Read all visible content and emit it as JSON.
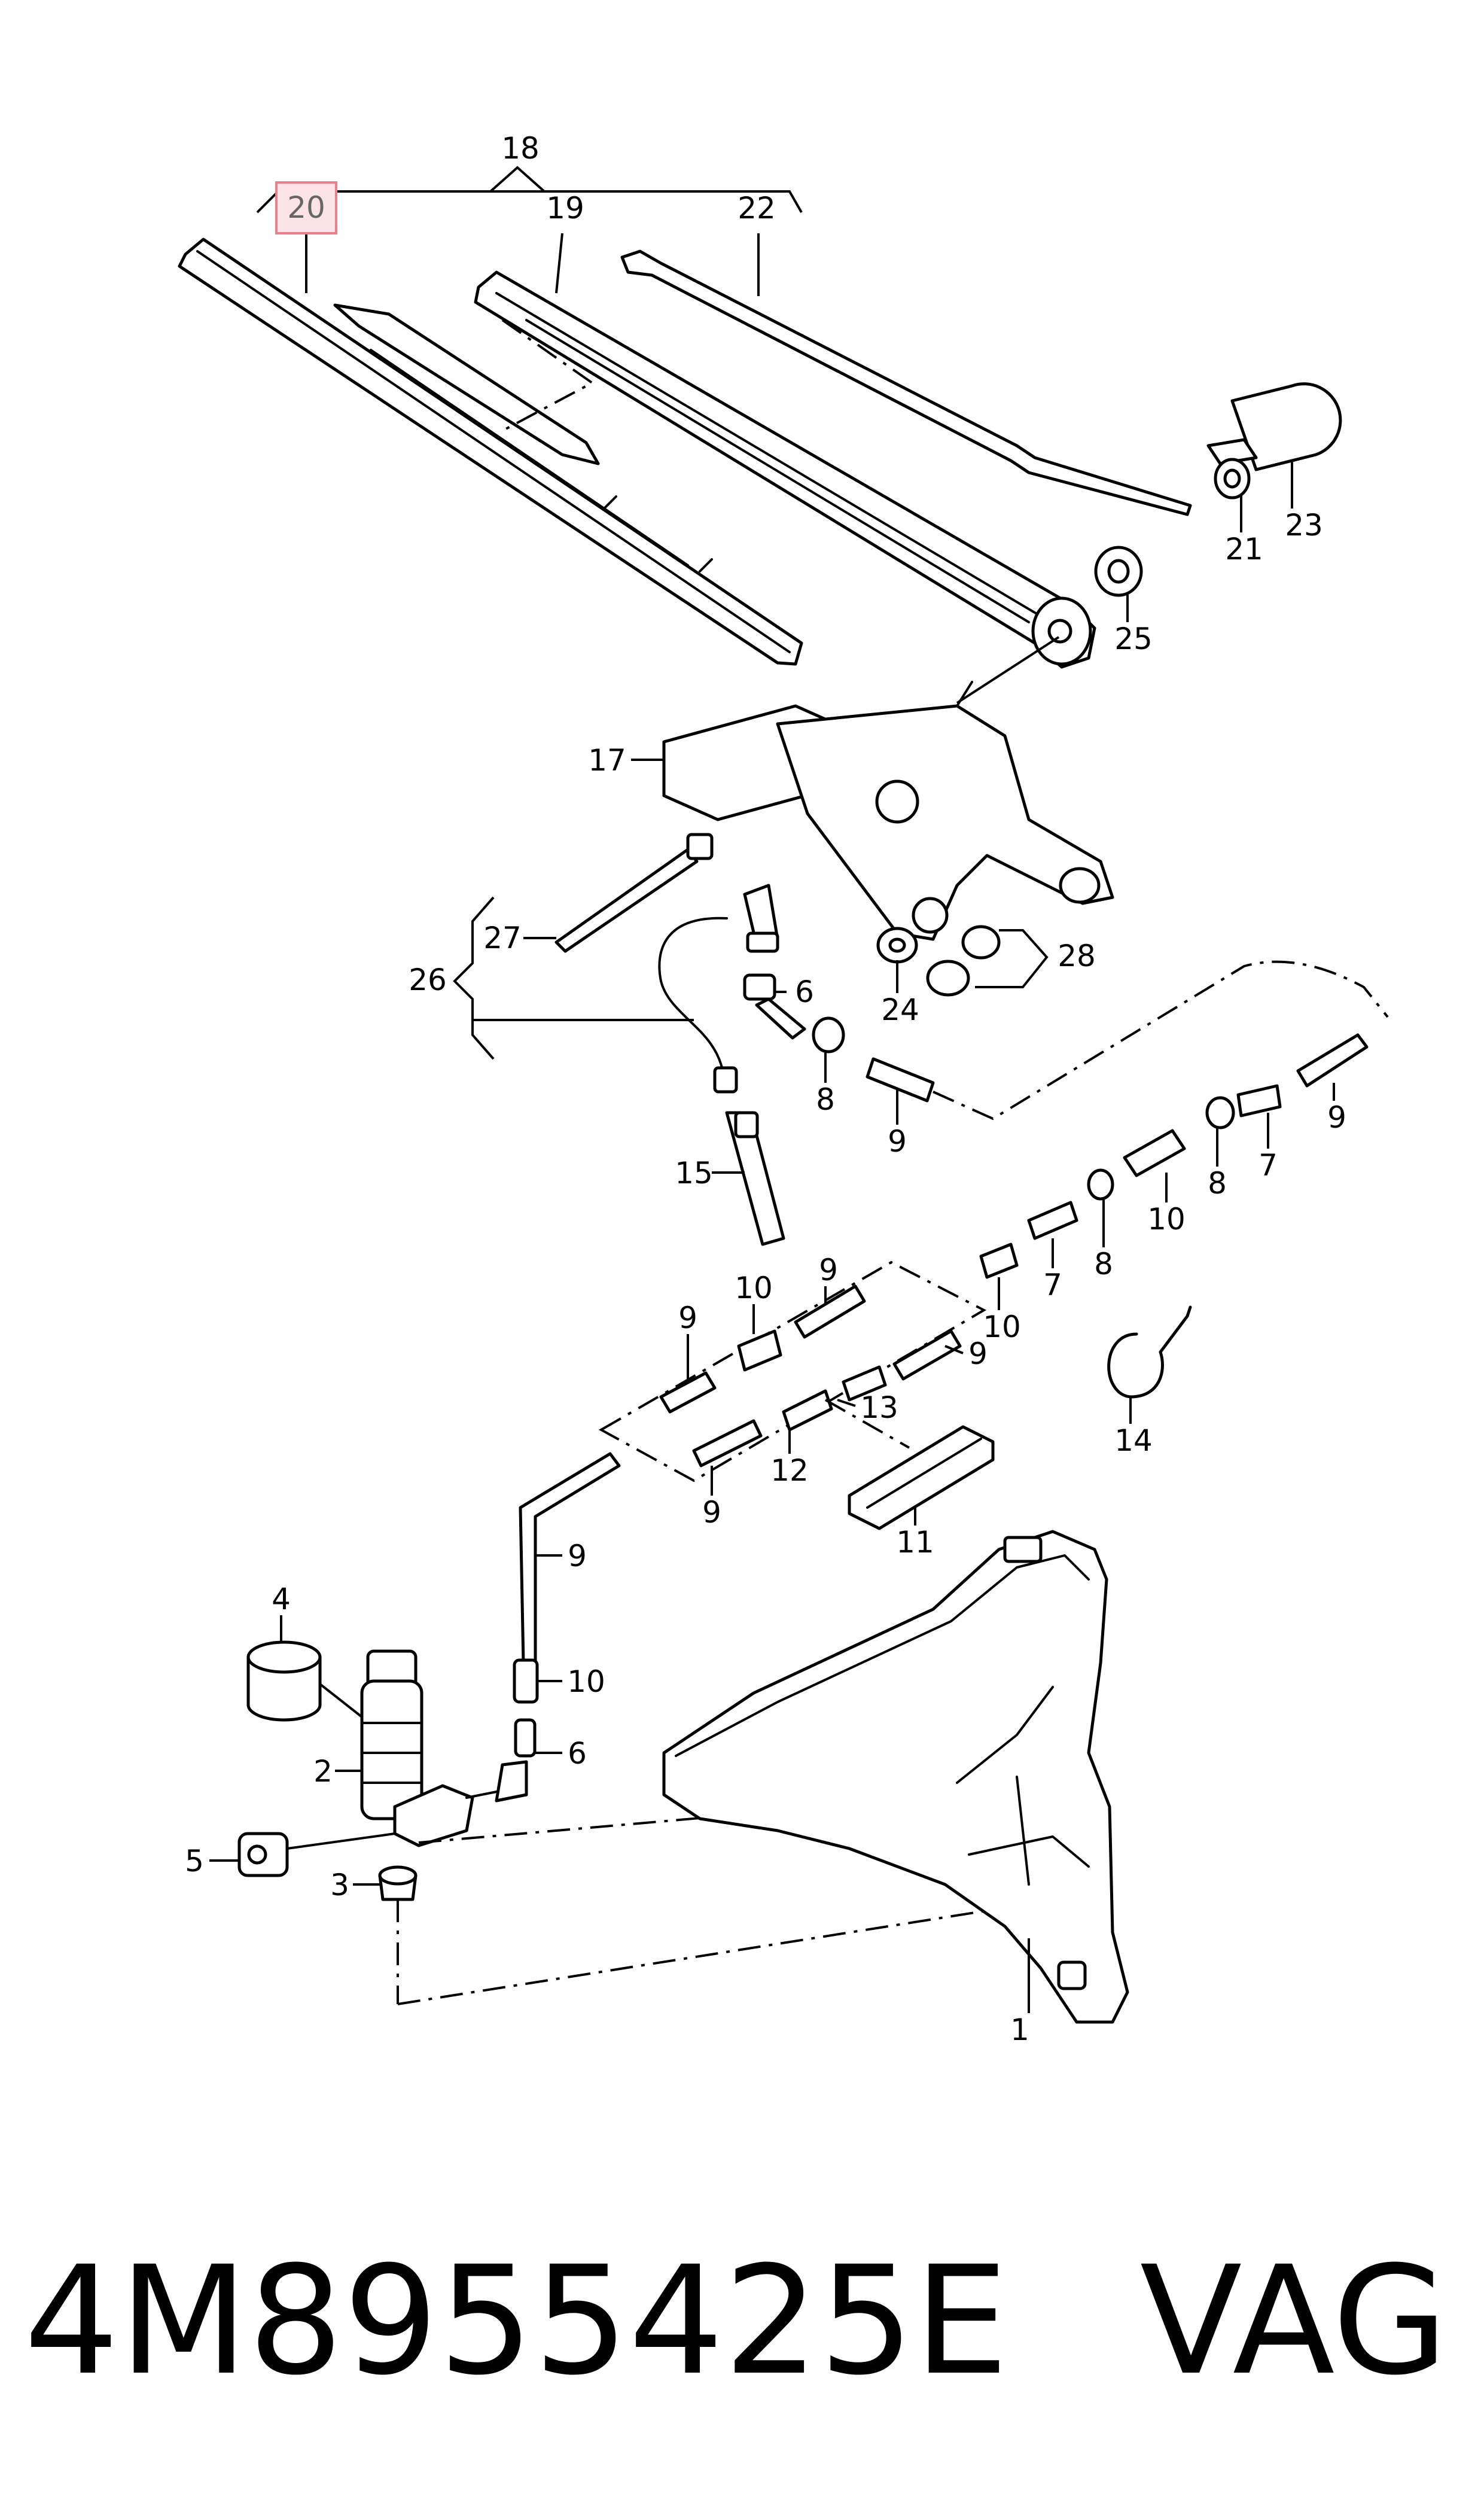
{
  "diagram": {
    "highlighted_label": "20",
    "labels": [
      {
        "id": "18",
        "text": "18"
      },
      {
        "id": "19",
        "text": "19"
      },
      {
        "id": "22",
        "text": "22"
      },
      {
        "id": "21",
        "text": "21"
      },
      {
        "id": "23",
        "text": "23"
      },
      {
        "id": "25",
        "text": "25"
      },
      {
        "id": "17",
        "text": "17"
      },
      {
        "id": "27",
        "text": "27"
      },
      {
        "id": "26",
        "text": "26"
      },
      {
        "id": "28",
        "text": "28"
      },
      {
        "id": "24",
        "text": "24"
      },
      {
        "id": "6a",
        "text": "6"
      },
      {
        "id": "8a",
        "text": "8"
      },
      {
        "id": "9a",
        "text": "9"
      },
      {
        "id": "9b",
        "text": "9"
      },
      {
        "id": "15",
        "text": "15"
      },
      {
        "id": "7a",
        "text": "7"
      },
      {
        "id": "8b",
        "text": "8"
      },
      {
        "id": "10a",
        "text": "10"
      },
      {
        "id": "8c",
        "text": "8"
      },
      {
        "id": "7b",
        "text": "7"
      },
      {
        "id": "10b",
        "text": "10"
      },
      {
        "id": "9c",
        "text": "9"
      },
      {
        "id": "10c",
        "text": "10"
      },
      {
        "id": "9d",
        "text": "9"
      },
      {
        "id": "9e",
        "text": "9"
      },
      {
        "id": "13",
        "text": "13"
      },
      {
        "id": "14",
        "text": "14"
      },
      {
        "id": "12",
        "text": "12"
      },
      {
        "id": "9f",
        "text": "9"
      },
      {
        "id": "11",
        "text": "11"
      },
      {
        "id": "9g",
        "text": "9"
      },
      {
        "id": "4",
        "text": "4"
      },
      {
        "id": "10d",
        "text": "10"
      },
      {
        "id": "2",
        "text": "2"
      },
      {
        "id": "6b",
        "text": "6"
      },
      {
        "id": "5",
        "text": "5"
      },
      {
        "id": "3",
        "text": "3"
      },
      {
        "id": "1",
        "text": "1"
      }
    ]
  },
  "footer": {
    "part_number": "4M8955425E",
    "brand": "VAG"
  }
}
